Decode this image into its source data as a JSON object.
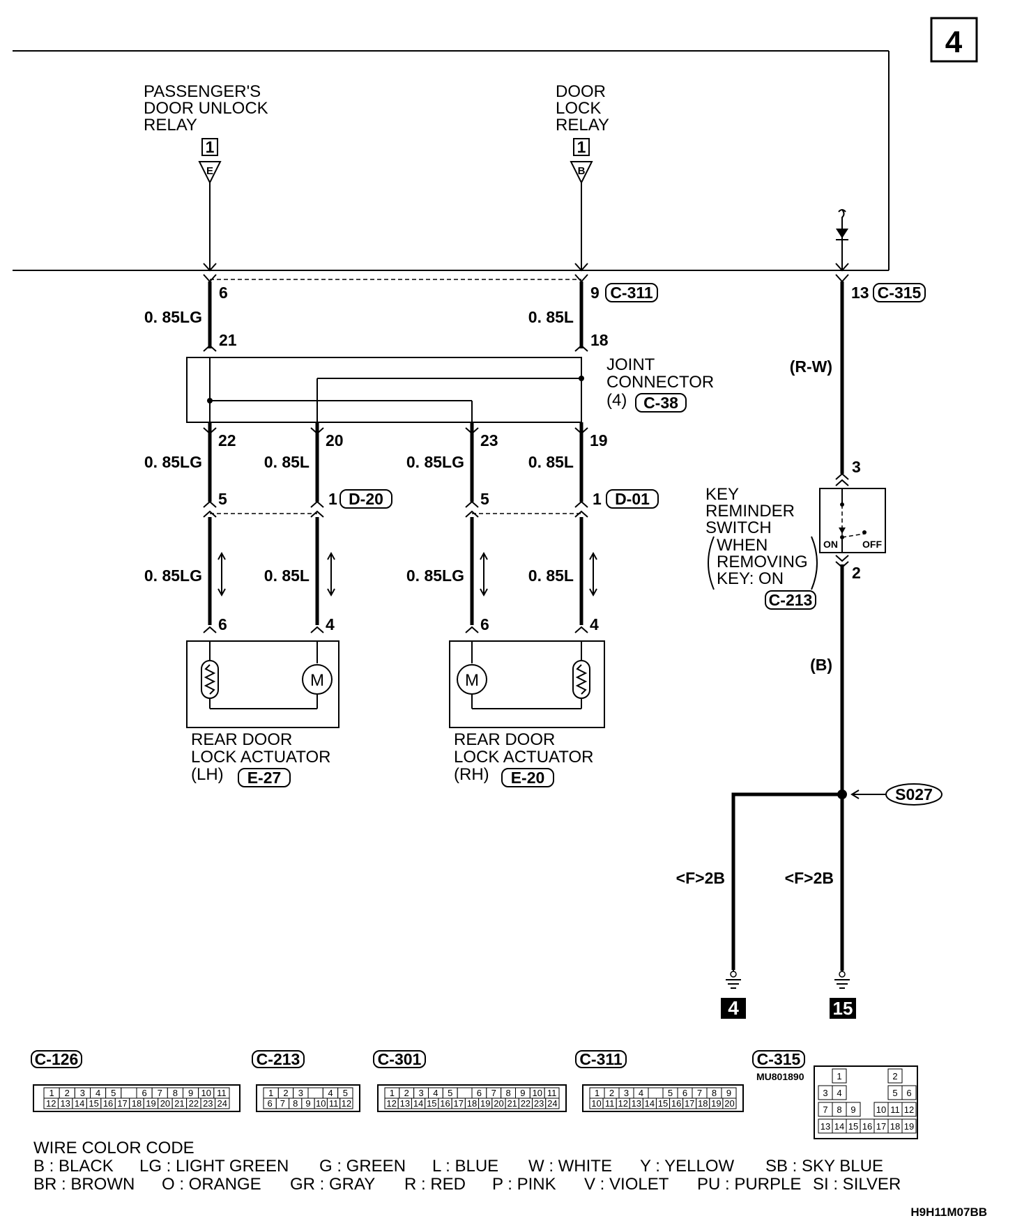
{
  "page_number": "4",
  "figure_code": "H9H11M07BB",
  "part_number": "MU801890",
  "relays": {
    "passenger_unlock": {
      "label": [
        "PASSENGER'S",
        "DOOR UNLOCK",
        "RELAY"
      ],
      "terminal": "1",
      "ref": "E"
    },
    "door_lock": {
      "label": [
        "DOOR",
        "LOCK",
        "RELAY"
      ],
      "terminal": "1",
      "ref": "B"
    }
  },
  "connectors": {
    "c311": "C-311",
    "c315": "C-315",
    "c38": "C-38",
    "d20": "D-20",
    "d01": "D-01",
    "c213": "C-213",
    "e27": "E-27",
    "e20": "E-20",
    "s027": "S027"
  },
  "pins": {
    "c311_left": "6",
    "c311_right": "9",
    "c315": "13",
    "jc_in_left": "21",
    "jc_in_right": "18",
    "jc_out": [
      "22",
      "20",
      "23",
      "19"
    ],
    "d_left": [
      "5",
      "1"
    ],
    "d_right": [
      "5",
      "1"
    ],
    "act_left": [
      "6",
      "4"
    ],
    "act_right": [
      "6",
      "4"
    ],
    "sw_top": "3",
    "sw_bottom": "2"
  },
  "wires": {
    "lg": "0. 85LG",
    "l": "0. 85L",
    "rw": "(R-W)",
    "b": "(B)",
    "ground": "<F>2B"
  },
  "joint_connector": {
    "line1": "JOINT",
    "line2": "CONNECTOR",
    "line3": "(4)"
  },
  "key_switch": {
    "label": [
      "KEY",
      "REMINDER",
      "SWITCH"
    ],
    "condition": [
      "WHEN",
      "REMOVING",
      "KEY: ON"
    ],
    "on": "ON",
    "off": "OFF"
  },
  "actuators": {
    "lh": {
      "line1": "REAR DOOR",
      "line2": "LOCK ACTUATOR",
      "line3": "(LH)"
    },
    "rh": {
      "line1": "REAR DOOR",
      "line2": "LOCK ACTUATOR",
      "line3": "(RH)"
    }
  },
  "grounds": [
    "4",
    "15"
  ],
  "connector_views": [
    {
      "name": "C-126",
      "rows": [
        [
          "1",
          "2",
          "3",
          "4",
          "5",
          "",
          "6",
          "7",
          "8",
          "9",
          "10",
          "11"
        ],
        [
          "12",
          "13",
          "14",
          "15",
          "16",
          "17",
          "18",
          "19",
          "20",
          "21",
          "22",
          "23",
          "24"
        ]
      ]
    },
    {
      "name": "C-213",
      "rows": [
        [
          "1",
          "2",
          "3",
          "",
          "4",
          "5"
        ],
        [
          "6",
          "7",
          "8",
          "9",
          "10",
          "11",
          "12"
        ]
      ]
    },
    {
      "name": "C-301",
      "rows": [
        [
          "1",
          "2",
          "3",
          "4",
          "5",
          "",
          "6",
          "7",
          "8",
          "9",
          "10",
          "11"
        ],
        [
          "12",
          "13",
          "14",
          "15",
          "16",
          "17",
          "18",
          "19",
          "20",
          "21",
          "22",
          "23",
          "24"
        ]
      ]
    },
    {
      "name": "C-311",
      "rows": [
        [
          "1",
          "2",
          "3",
          "4",
          "",
          "5",
          "6",
          "7",
          "8",
          "9"
        ],
        [
          "10",
          "11",
          "12",
          "13",
          "14",
          "15",
          "16",
          "17",
          "18",
          "19",
          "20"
        ]
      ]
    },
    {
      "name": "C-315",
      "rows": [
        [
          "1",
          "2"
        ],
        [
          "3",
          "4",
          "5",
          "6"
        ],
        [
          "7",
          "8",
          "9",
          "10",
          "11",
          "12"
        ],
        [
          "13",
          "14",
          "15",
          "16",
          "17",
          "18",
          "19"
        ]
      ]
    }
  ],
  "wire_color_code": {
    "title": "WIRE COLOR CODE",
    "row1": [
      "B : BLACK",
      "LG : LIGHT GREEN",
      "G : GREEN",
      "L : BLUE",
      "W : WHITE",
      "Y : YELLOW",
      "SB : SKY BLUE"
    ],
    "row2": [
      "BR : BROWN",
      "O : ORANGE",
      "GR : GRAY",
      "R : RED",
      "P : PINK",
      "V : VIOLET",
      "PU : PURPLE",
      "SI : SILVER"
    ]
  }
}
